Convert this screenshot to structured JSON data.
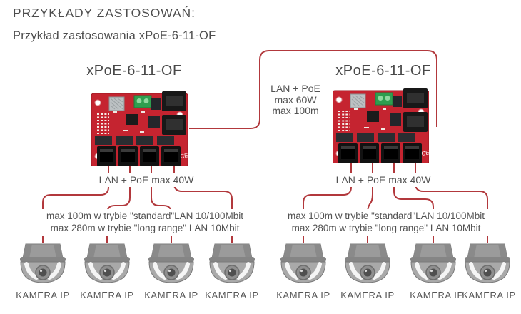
{
  "colors": {
    "accent-red": "#b2383c",
    "pcb-red": "#c52430",
    "text-gray": "#4e4e4e"
  },
  "header": {
    "title": "PRZYKŁADY ZASTOSOWAŃ:",
    "subtitle": "Przykład zastosowania xPoE-6-11-OF"
  },
  "uplink": {
    "line1": "LAN + PoE",
    "line2": "max 60W",
    "line3": "max 100m"
  },
  "left_switch": {
    "label": "xPoE-6-11-OF",
    "poe_label": "LAN + PoE max 40W",
    "note_line1": "max 100m w trybie \"standard\"LAN 10/100Mbit",
    "note_line2": "max 280m w trybie \"long range\" LAN 10Mbit",
    "cameras": [
      "KAMERA IP",
      "KAMERA IP",
      "KAMERA IP",
      "KAMERA IP"
    ]
  },
  "right_switch": {
    "label": "xPoE-6-11-OF",
    "poe_label": "LAN + PoE max 40W",
    "note_line1": "max 100m w trybie \"standard\"LAN 10/100Mbit",
    "note_line2": "max 280m w trybie \"long range\" LAN 10Mbit",
    "cameras": [
      "KAMERA IP",
      "KAMERA IP",
      "KAMERA IP",
      "KAMERA IP"
    ]
  },
  "device_marking": "CE"
}
